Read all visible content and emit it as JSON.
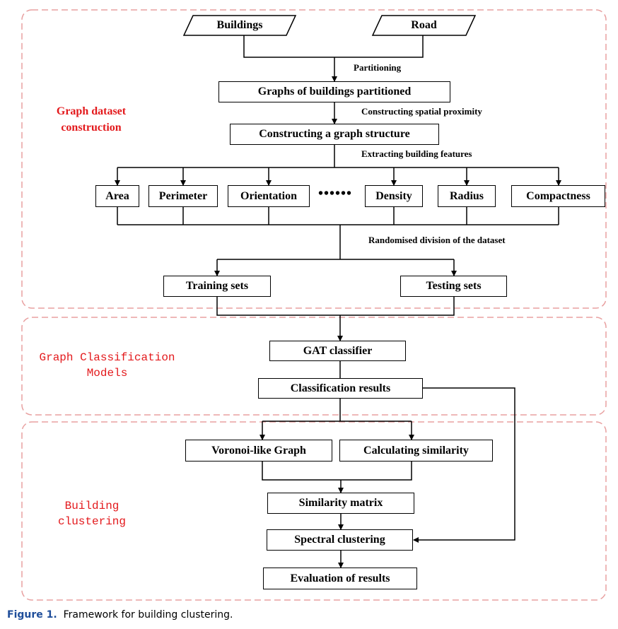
{
  "inputs": {
    "buildings": "Buildings",
    "road": "Road"
  },
  "steps": {
    "partitioning": "Partitioning",
    "spatial_proximity": "Constructing spatial proximity",
    "extracting_features": "Extracting building features",
    "randomised_division": "Randomised division of the dataset"
  },
  "boxes": {
    "graphs_partitioned": "Graphs of buildings partitioned",
    "graph_structure": "Constructing a graph structure",
    "training_sets": "Training sets",
    "testing_sets": "Testing sets",
    "gat_classifier": "GAT classifier",
    "classification_results": "Classification results",
    "voronoi_graph": "Voronoi-like Graph",
    "calculating_similarity": "Calculating similarity",
    "similarity_matrix": "Similarity matrix",
    "spectral_clustering": "Spectral clustering",
    "evaluation": "Evaluation of results"
  },
  "features": [
    "Area",
    "Perimeter",
    "Orientation",
    "Density",
    "Radius",
    "Compactness"
  ],
  "features_ellipsis": "••••••",
  "sections": {
    "graph_dataset_line1": "Graph dataset",
    "graph_dataset_line2": "construction",
    "classification_line1": "Graph Classification",
    "classification_line2": "Models",
    "clustering_line1": "Building",
    "clustering_line2": "clustering"
  },
  "caption": {
    "figure_label": "Figure 1.",
    "text": "Framework for building clustering."
  },
  "colors": {
    "section_border": "#e8a0a0",
    "section_label": "#e3191c",
    "caption_label": "#1f4e9a"
  }
}
